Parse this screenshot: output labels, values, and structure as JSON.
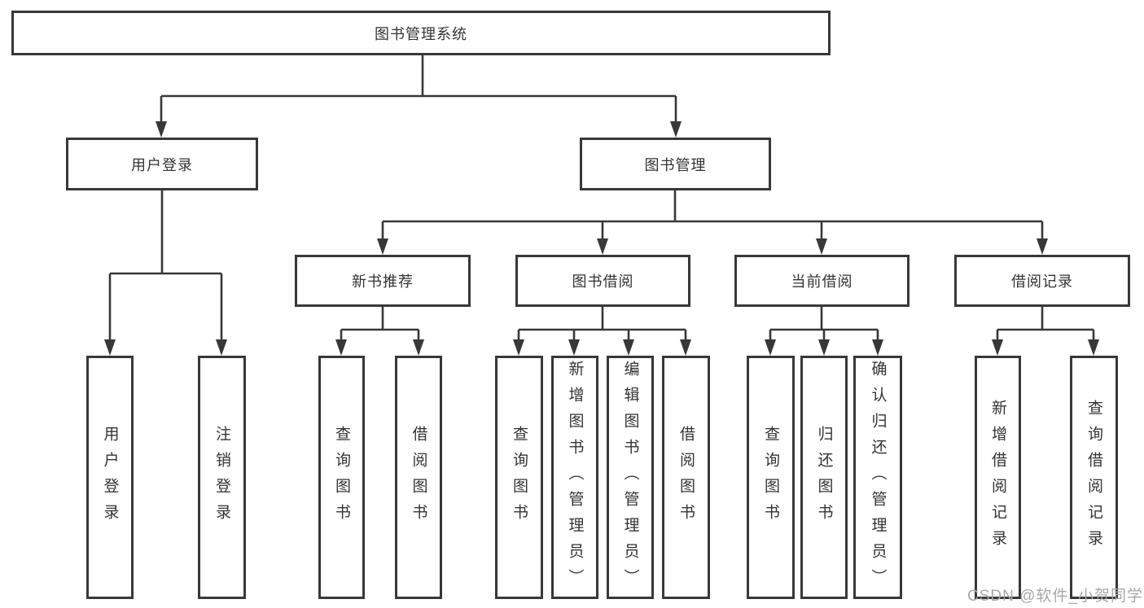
{
  "tree": {
    "root": "图书管理系统",
    "children": [
      {
        "label": "用户登录",
        "children": [
          {
            "label": "用户登录"
          },
          {
            "label": "注销登录"
          }
        ]
      },
      {
        "label": "图书管理",
        "children": [
          {
            "label": "新书推荐",
            "children": [
              {
                "label": "查询图书"
              },
              {
                "label": "借阅图书"
              }
            ]
          },
          {
            "label": "图书借阅",
            "children": [
              {
                "label": "查询图书"
              },
              {
                "label": "新增图书（管理员）"
              },
              {
                "label": "编辑图书（管理员）"
              },
              {
                "label": "借阅图书"
              }
            ]
          },
          {
            "label": "当前借阅",
            "children": [
              {
                "label": "查询图书"
              },
              {
                "label": "归还图书"
              },
              {
                "label": "确认归还（管理员）"
              }
            ]
          },
          {
            "label": "借阅记录",
            "children": [
              {
                "label": "新增借阅记录"
              },
              {
                "label": "查询借阅记录"
              }
            ]
          }
        ]
      }
    ]
  },
  "watermark": {
    "text": "CSDN @软件_小贺同学"
  },
  "colors": {
    "line": "#383838",
    "border": "#383838",
    "text": "#333333",
    "background": "#ffffff",
    "watermark": "#a8a8a8"
  }
}
